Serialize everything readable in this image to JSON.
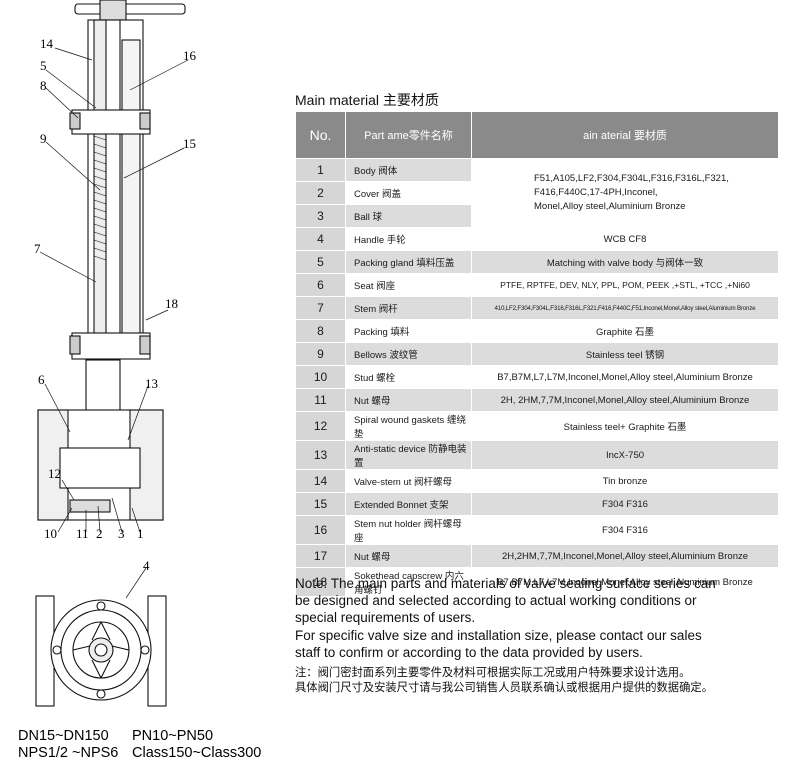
{
  "callouts": {
    "n14": "14",
    "n5": "5",
    "n8": "8",
    "n9": "9",
    "n16": "16",
    "n15": "15",
    "n7": "7",
    "n18": "18",
    "n6": "6",
    "n13": "13",
    "n12": "12",
    "n10": "10",
    "n11": "11",
    "n2": "2",
    "n3": "3",
    "n1": "1",
    "n4": "4"
  },
  "specs": {
    "size_range": "DN15~DN150",
    "pressure_pn": "PN10~PN50",
    "nps_range": "NPS1/2 ~NPS6",
    "class_range": "Class150~Class300"
  },
  "table": {
    "title": "Main material 主要材质",
    "header_no": "No.",
    "header_part": "Part  ame零件名称",
    "header_material": "ain  aterial   要材质",
    "merged_material_1_3": [
      "F51,A105,LF2,F304,F304L,F316,F316L,F321,",
      "F416,F440C,17-4PH,Inconel,",
      "Monel,Alloy steel,Aluminium Bronze"
    ],
    "rows": [
      {
        "no": "1",
        "part": "Body 阀体",
        "material": ""
      },
      {
        "no": "2",
        "part": "Cover 阀盖",
        "material": ""
      },
      {
        "no": "3",
        "part": "Ball 球",
        "material": ""
      },
      {
        "no": "4",
        "part": "Handle 手轮",
        "material": "WCB CF8"
      },
      {
        "no": "5",
        "part": "Packing gland 填料压盖",
        "material": "Matching with valve body 与阀体一致"
      },
      {
        "no": "6",
        "part": "Seat 阀座",
        "material": "PTFE, RPTFE, DEV, NLY, PPL, POM, PEEK ,+STL, +TCC ,+Ni60"
      },
      {
        "no": "7",
        "part": "Stem 阀杆",
        "material": "410,LF2,F304,F304L,F316,F316L,F321,F416,F440C,F51,Inconel,Monel,Alloy steel,Aluminium Bronze"
      },
      {
        "no": "8",
        "part": "Packing 填料",
        "material": "Graphite 石墨"
      },
      {
        "no": "9",
        "part": "Bellows 波纹管",
        "material": "Stainless  teel  锈钢"
      },
      {
        "no": "10",
        "part": "Stud 螺栓",
        "material": "B7,B7M,L7,L7M,Inconel,Monel,Alloy steel,Aluminium Bronze"
      },
      {
        "no": "11",
        "part": "Nut 螺母",
        "material": "2H, 2HM,7,7M,Inconel,Monel,Alloy steel,Aluminium Bronze"
      },
      {
        "no": "12",
        "part": "Spiral wound gaskets 缠绕垫",
        "material": "Stainless  teel+ Graphite 石墨"
      },
      {
        "no": "13",
        "part": "Anti-static device 防静电装置",
        "material": "IncX-750"
      },
      {
        "no": "14",
        "part": "Valve-stem  ut 阀杆螺母",
        "material": "Tin bronze"
      },
      {
        "no": "15",
        "part": "Extended Bonnet 支架",
        "material": "F304 F316"
      },
      {
        "no": "16",
        "part": "Stem nut holder 阀杆螺母座",
        "material": "F304 F316"
      },
      {
        "no": "17",
        "part": "Nut 螺母",
        "material": "2H,2HM,7,7M,Inconel,Monel,Alloy steel,Aluminium Bronze"
      },
      {
        "no": "18",
        "part": "Sokethead capscrew 内六角螺钉",
        "material": "B7,B7M,L7,L7M,Inconel,Monel,Alloy steel,Aluminium Bronze"
      }
    ]
  },
  "notes": {
    "en_1": "Note: The main parts and materials of valve sealing surface series can",
    "en_2": "be designed and selected according to actual working conditions or",
    "en_3": "special requirements of users.",
    "en_4": "   For specific valve size and installation size, please contact our sales",
    "en_5": "staff to confirm or according to the data provided by users.",
    "cn_1": "注：阀门密封面系列主要零件及材料可根据实际工况或用户特殊要求设计选用。",
    "cn_2": "具体阀门尺寸及安装尺寸请与我公司销售人员联系确认或根据用户提供的数据确定。"
  },
  "colors": {
    "header_gray": "#8a8a8a",
    "row_gray": "#dcdcdc",
    "number_gray": "#d6d6d6"
  }
}
